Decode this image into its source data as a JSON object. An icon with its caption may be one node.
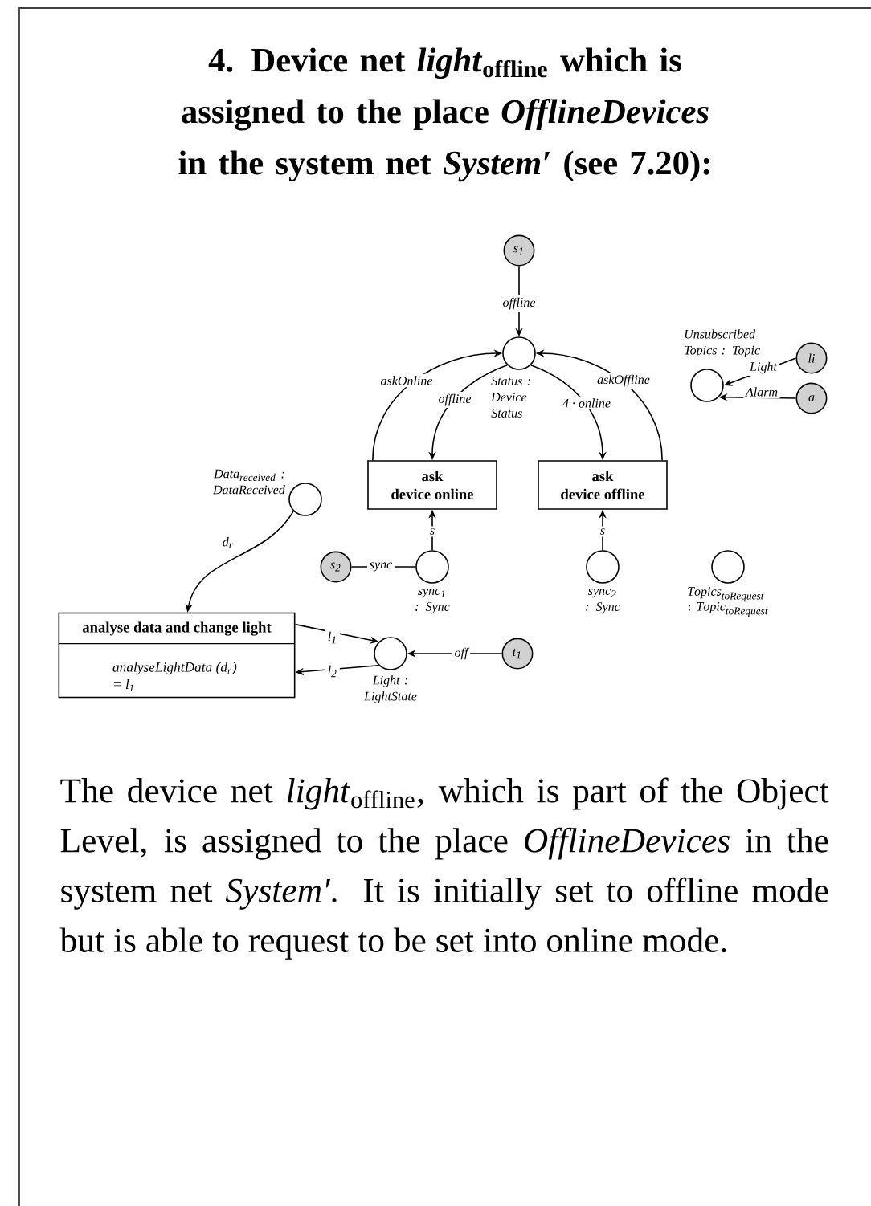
{
  "diagram": {
    "title": "4. Device net *light*$_{offline}$ which is assigned to the place *OfflineDevices* in the system net *System′* (see 7.20):",
    "caption": "The device net *light*$_{offline}$, which is part of the Object Level, is assigned to the place *OfflineDevices* in the system net *System′*. It is initially set to offline mode but is able to request to be set into online mode.",
    "nodes": [
      {
        "text": [
          "s$_{1}$"
        ]
      },
      {
        "text": [],
        "shape": "circle",
        "beside": [
          "Status : Device Status"
        ]
      },
      {
        "text": [],
        "shape": "circle",
        "beside": [
          "Unsubscribed Topics : Topic"
        ]
      },
      {
        "text": [
          "li"
        ]
      },
      {
        "text": [
          "a"
        ]
      },
      {
        "text": [],
        "shape": "circle",
        "beside": [
          "Data$_{received}$ : DataReceived"
        ]
      },
      {
        "text": [
          "ask device online"
        ]
      },
      {
        "text": [
          "ask device offline"
        ]
      },
      {
        "text": [
          "s$_{2}$"
        ]
      },
      {
        "text": [],
        "shape": "circle",
        "beside": [
          "sync$_{1}$ : Sync"
        ]
      },
      {
        "text": [],
        "shape": "circle",
        "beside": [
          "sync$_{2}$ : Sync"
        ]
      },
      {
        "text": [],
        "shape": "circle",
        "beside": [
          "\\begin{array}{l}\\mathit{Topics}_{\\mathit{toRequest}}\\\\ :\\mathit{Topic}_{\\mathit{toRequest}}\\end{array}"
        ]
      },
      {
        "text": [
          "analyse data and change light",
          "analyseLightData (d$_{r}$) = l$_{1}$"
        ]
      },
      {
        "text": [],
        "shape": "circle",
        "beside": [
          "Light : LightState"
        ]
      },
      {
        "text": [
          "t$_{1}$"
        ]
      }
    ],
    "edges": [
      {
        "from": 0,
        "to": 1,
        "arrow": "to",
        "label": "offline"
      },
      {
        "from": 1,
        "to": 6,
        "arrow": "to",
        "label": "offline"
      },
      {
        "from": 6,
        "to": 1,
        "arrow": "to",
        "label": "askOnline"
      },
      {
        "from": 1,
        "to": 7,
        "arrow": "to",
        "label": "4 · online"
      },
      {
        "from": 7,
        "to": 1,
        "arrow": "to",
        "label": "askOffline"
      },
      {
        "from": 3,
        "to": 2,
        "arrow": "to",
        "label": "Light"
      },
      {
        "from": 4,
        "to": 2,
        "arrow": "to",
        "label": "Alarm"
      },
      {
        "from": 5,
        "to": 12,
        "arrow": "to",
        "label": "d$_{r}$"
      },
      {
        "from": 8,
        "to": 9,
        "arrow": "none",
        "label": "sync"
      },
      {
        "from": 9,
        "to": 6,
        "arrow": "to",
        "label": "s"
      },
      {
        "from": 10,
        "to": 7,
        "arrow": "to",
        "label": "s"
      },
      {
        "from": 12,
        "to": 13,
        "arrow": "to",
        "label": "l$_{1}$"
      },
      {
        "from": 13,
        "to": 12,
        "arrow": "to",
        "label": "l$_{2}$"
      },
      {
        "from": 14,
        "to": 13,
        "arrow": "to",
        "label": "off"
      }
    ]
  }
}
